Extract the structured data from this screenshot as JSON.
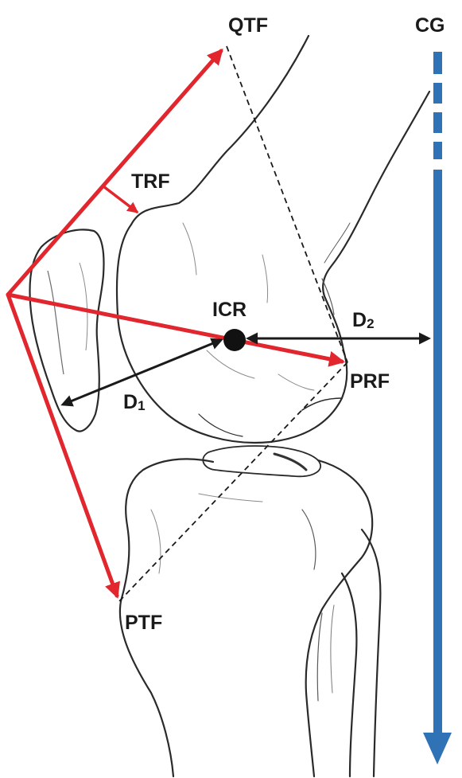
{
  "labels": {
    "qtf": "QTF",
    "cg": "CG",
    "trf": "TRF",
    "icr": "ICR",
    "d2_main": "D",
    "d2_sub": "2",
    "prf": "PRF",
    "d1_main": "D",
    "d1_sub": "1",
    "ptf": "PTF"
  },
  "colors": {
    "force_red": "#e1262e",
    "cg_blue": "#2f73b6",
    "bone_line": "#2a2a2a",
    "bone_shade": "#5a5a5a",
    "label_text": "#1a1a1a"
  },
  "icons": {
    "force_arrows": "red-arrow",
    "distance_arrows": "double-headed-arrow",
    "center_of_gravity": "dashed-blue-down-arrow"
  }
}
